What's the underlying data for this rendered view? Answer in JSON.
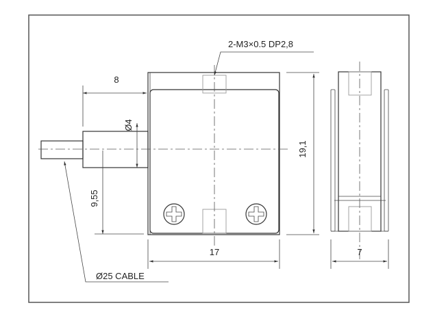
{
  "drawing": {
    "thread_callout": "2-M3×0.5 DP2,8",
    "cable_callout": "Ø25 CABLE",
    "dimensions": {
      "cable_length": "8",
      "cable_diameter": "Ø4",
      "center_height": "9,55",
      "height": "19,1",
      "width": "17",
      "depth": "7"
    }
  }
}
